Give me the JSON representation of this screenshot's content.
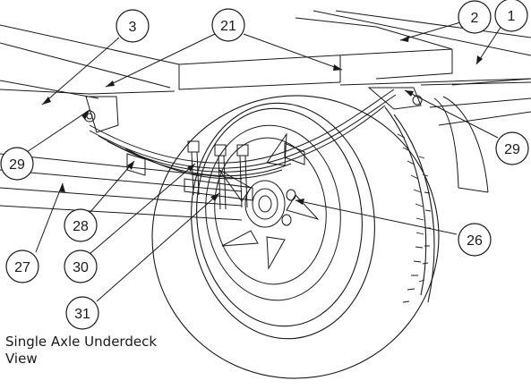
{
  "caption": {
    "line1": "Single Axle Underdeck",
    "line2": "View"
  },
  "callouts": [
    {
      "id": "c3",
      "label": "3"
    },
    {
      "id": "c21",
      "label": "21"
    },
    {
      "id": "c2",
      "label": "2"
    },
    {
      "id": "c1",
      "label": "1"
    },
    {
      "id": "c29a",
      "label": "29"
    },
    {
      "id": "c29b",
      "label": "29"
    },
    {
      "id": "c28",
      "label": "28"
    },
    {
      "id": "c27",
      "label": "27"
    },
    {
      "id": "c30",
      "label": "30"
    },
    {
      "id": "c31",
      "label": "31"
    },
    {
      "id": "c26",
      "label": "26"
    }
  ],
  "colors": {
    "line": "#1a1a1a",
    "paper": "#ffffff"
  }
}
